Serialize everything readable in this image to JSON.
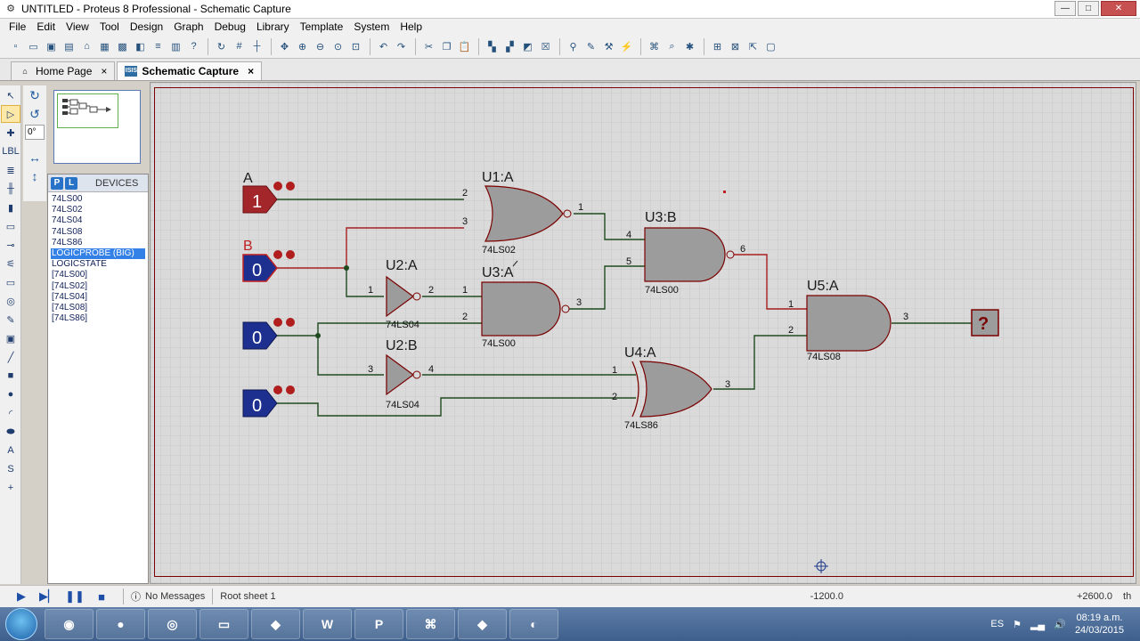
{
  "window": {
    "title": "UNTITLED - Proteus 8 Professional - Schematic Capture",
    "minimize": "—",
    "maximize": "□",
    "close": "✕"
  },
  "menu": [
    "File",
    "Edit",
    "View",
    "Tool",
    "Design",
    "Graph",
    "Debug",
    "Library",
    "Template",
    "System",
    "Help"
  ],
  "tabs": [
    {
      "label": "Home Page",
      "icon": "home-icon",
      "active": false,
      "close": "×"
    },
    {
      "label": "Schematic Capture",
      "icon": "isis-icon",
      "active": true,
      "close": "×"
    }
  ],
  "left_panel": {
    "rotation_angle": "0°",
    "pick_buttons": [
      "P",
      "L"
    ],
    "devices_title": "DEVICES",
    "devices": [
      "74LS00",
      "74LS02",
      "74LS04",
      "74LS08",
      "74LS86",
      "LOGICPROBE (BIG)",
      "LOGICSTATE",
      "[74LS00]",
      "[74LS02]",
      "[74LS04]",
      "[74LS08]",
      "[74LS86]"
    ],
    "selected_device": "LOGICPROBE (BIG)"
  },
  "schematic": {
    "inputs": [
      {
        "label": "A",
        "state": "1",
        "color": "#a3262a"
      },
      {
        "label": "B",
        "state": "0",
        "color": "#a3262a"
      },
      {
        "label": "",
        "state": "0",
        "color": "#1d2f8f"
      },
      {
        "label": "",
        "state": "0",
        "color": "#1d2f8f"
      }
    ],
    "gates": {
      "u1a": {
        "ref": "U1:A",
        "part": "74LS02",
        "pins": [
          "2",
          "3",
          "1"
        ]
      },
      "u2a": {
        "ref": "U2:A",
        "part": "74LS04",
        "pins": [
          "1",
          "2"
        ]
      },
      "u3a": {
        "ref": "U3:A",
        "part": "74LS00",
        "pins": [
          "1",
          "2",
          "3"
        ]
      },
      "u3b": {
        "ref": "U3:B",
        "part": "74LS00",
        "pins": [
          "4",
          "5",
          "6"
        ]
      },
      "u2b": {
        "ref": "U2:B",
        "part": "74LS04",
        "pins": [
          "3",
          "4"
        ]
      },
      "u4a": {
        "ref": "U4:A",
        "part": "74LS86",
        "pins": [
          "1",
          "2",
          "3"
        ]
      },
      "u5a": {
        "ref": "U5:A",
        "part": "74LS08",
        "pins": [
          "1",
          "2",
          "3"
        ]
      }
    },
    "probe_value": "?",
    "colors": {
      "wire": "#1f4a1f",
      "wire_red": "#a82020",
      "gate_fill": "#9c9c9c",
      "gate_stroke": "#7a0000",
      "grid": "#c4c4c4",
      "canvas": "#d8d8d8"
    }
  },
  "status": {
    "messages": "No Messages",
    "sheet": "Root sheet 1",
    "coord_x": "-1200.0",
    "coord_y": "+2600.0",
    "unit": "th"
  },
  "taskbar": {
    "apps": [
      "chrome-icon",
      "firefox-icon",
      "proteus-icon",
      "explorer-icon",
      "isis-icon",
      "W",
      "P",
      "acrobat-icon",
      "ares-icon",
      "media-icon"
    ],
    "language": "ES",
    "time": "08:19 a.m.",
    "date": "24/03/2015"
  }
}
